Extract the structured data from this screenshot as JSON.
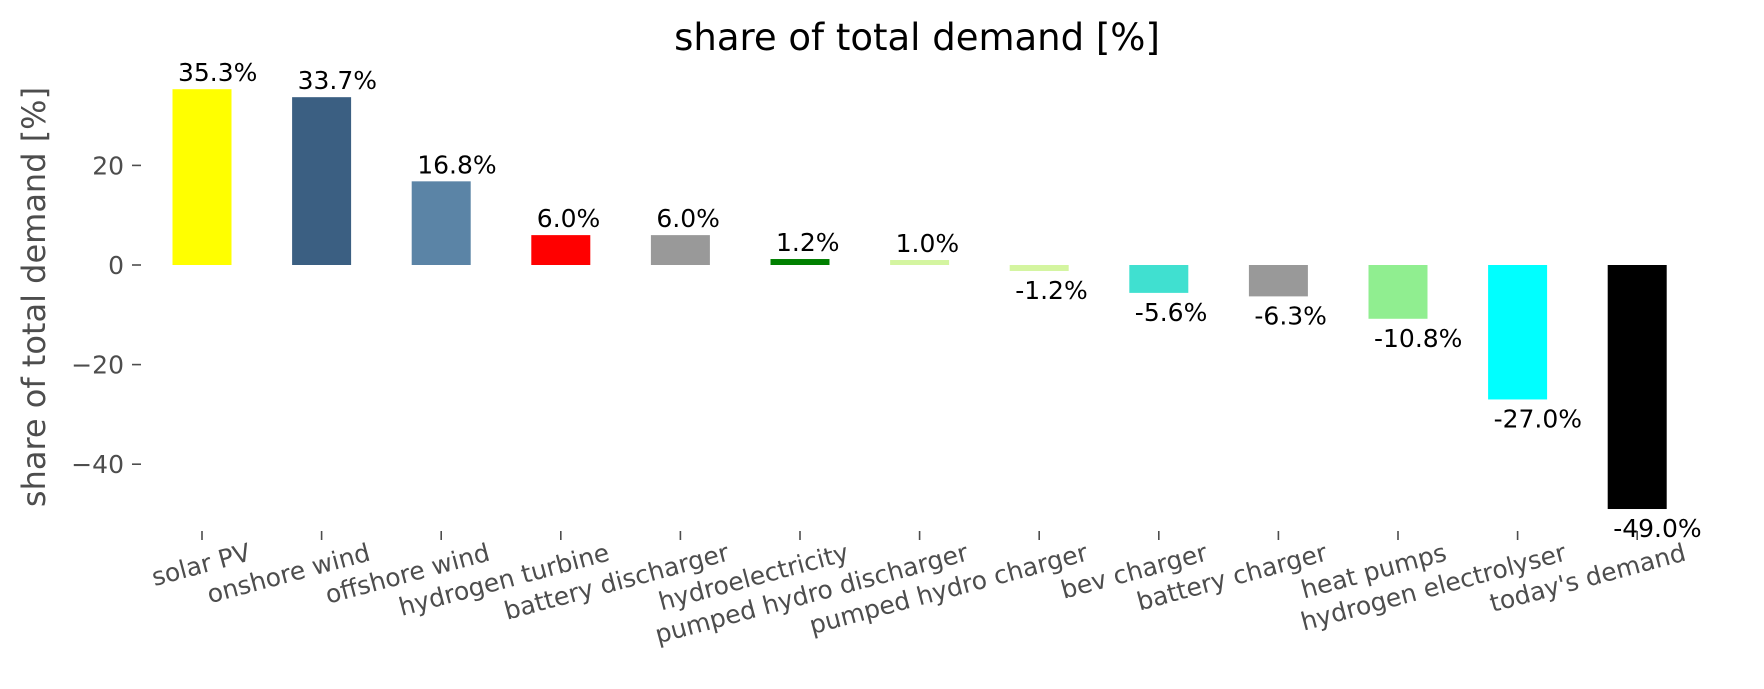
{
  "chart_data": {
    "type": "bar",
    "title": "share of total demand [%]",
    "xlabel": "",
    "ylabel": "share of total demand [%]",
    "ylim": [
      -54,
      38
    ],
    "yticks": [
      -40,
      -20,
      0,
      20
    ],
    "ytick_labels": [
      "−40",
      "−20",
      "0",
      "20"
    ],
    "grid": false,
    "legend": "none",
    "categories": [
      "solar PV",
      "onshore wind",
      "offshore wind",
      "hydrogen turbine",
      "battery discharger",
      "hydroelectricity",
      "pumped hydro discharger",
      "pumped hydro charger",
      "bev charger",
      "battery charger",
      "heat pumps",
      "hydrogen electrolyser",
      "today's demand"
    ],
    "values": [
      35.3,
      33.7,
      16.8,
      6.0,
      6.0,
      1.2,
      1.0,
      -1.2,
      -5.6,
      -6.3,
      -10.8,
      -27.0,
      -49.0
    ],
    "data_labels": [
      "35.3%",
      "33.7%",
      "16.8%",
      "6.0%",
      "6.0%",
      "1.2%",
      "1.0%",
      "-1.2%",
      "-5.6%",
      "-6.3%",
      "-10.8%",
      "-27.0%",
      "-49.0%"
    ],
    "colors": [
      "#ffff00",
      "#3b5f82",
      "#5b84a6",
      "#ff0000",
      "#999999",
      "#008000",
      "#d4f5a0",
      "#d4f5a0",
      "#40e0d0",
      "#999999",
      "#90ee90",
      "#00ffff",
      "#000000"
    ]
  }
}
